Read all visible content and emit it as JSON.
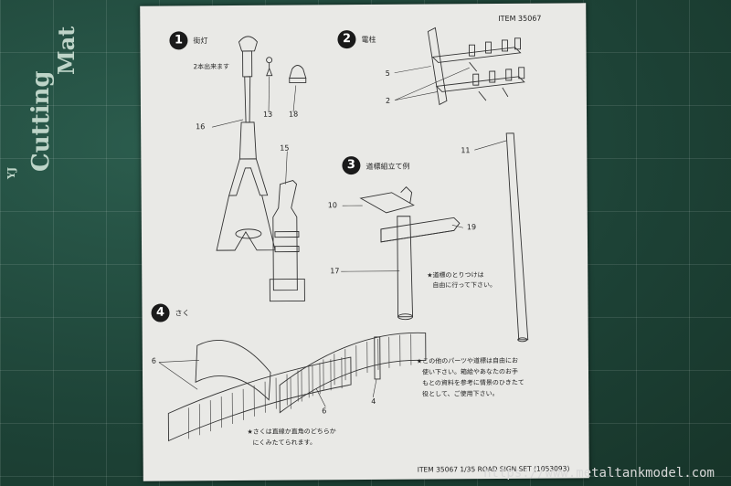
{
  "mat": {
    "brand_line1": "Cutting",
    "brand_line2": "Mat",
    "brand_prefix": "YJ"
  },
  "sheet": {
    "item_top": "ITEM 35067",
    "footer": "ITEM 35067  1/35 ROAD SIGN SET (1053093)",
    "sections": [
      {
        "num": "1",
        "title": "街灯",
        "note": "2本出来ます"
      },
      {
        "num": "2",
        "title": "電柱"
      },
      {
        "num": "3",
        "title": "道標組立て例"
      },
      {
        "num": "4",
        "title": "さく"
      }
    ],
    "parts": {
      "p16": "16",
      "p13": "13",
      "p18": "18",
      "p15": "15",
      "p5": "5",
      "p2": "2",
      "p11": "11",
      "p10": "10",
      "p19": "19",
      "p17": "17",
      "p6a": "6",
      "p6b": "6",
      "p4": "4"
    },
    "notes": {
      "signpost_line1": "★道標のとりつけは",
      "signpost_line2": "自由に行って下さい。",
      "other_line1": "★この他のパーツや道標は自由にお",
      "other_line2": "使い下さい。箱絵やあなたのお手",
      "other_line3": "もとの資料を参考に情景のひきたて",
      "other_line4": "役として、ご使用下さい。",
      "fence_line1": "★さくは直線か直角のどちらか",
      "fence_line2": "にくみたてられます。"
    }
  },
  "watermark": "https://www.metaltankmodel.com"
}
